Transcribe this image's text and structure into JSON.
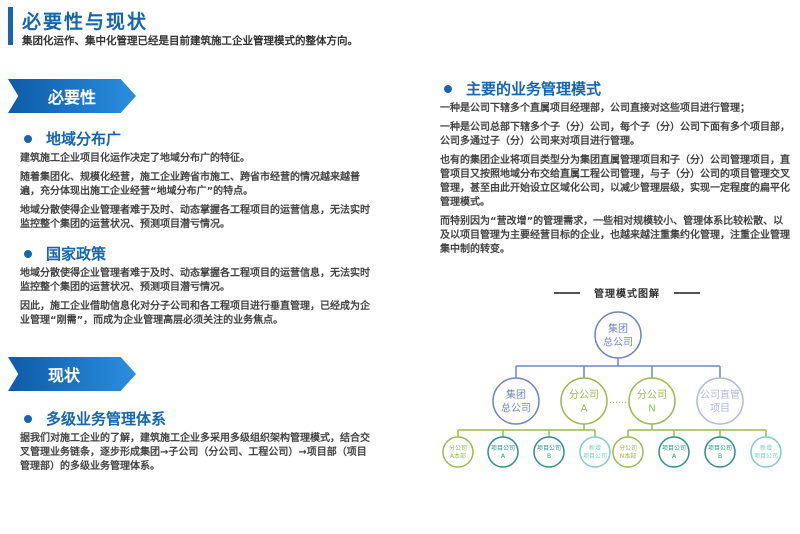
{
  "header": {
    "title": "必要性与现状",
    "subtitle": "集团化运作、集中化管理已经是目前建筑施工企业管理模式的整体方向。"
  },
  "banners": {
    "necessity": "必要性",
    "status": "现状"
  },
  "left": {
    "s1": {
      "heading": "地域分布广",
      "p": [
        "建筑施工企业项目化运作决定了地域分布广的特征。",
        "随着集团化、规模化经营，施工企业跨省市施工、跨省市经营的情况越来越普遍，充分体现出施工企业经营“地域分布广”的特点。",
        "地域分散使得企业管理者难于及时、动态掌握各工程项目的运营信息，无法实时监控整个集团的运营状况、预测项目潜亏情况。"
      ]
    },
    "s2": {
      "heading": "国家政策",
      "p": [
        "地域分散使得企业管理者难于及时、动态掌握各工程项目的运营信息，无法实时监控整个集团的运营状况、预测项目潜亏情况。",
        "因此，施工企业借助信息化对分子公司和各工程项目进行垂直管理，已经成为企业管理“刚需”，而成为企业管理高层必须关注的业务焦点。"
      ]
    },
    "s3": {
      "heading": "多级业务管理体系",
      "p": [
        "据我们对施工企业的了解，建筑施工企业多采用多级组织架构管理模式，结合交叉管理业务链条，逐步形成集团→子公司（分公司、工程公司）→项目部（项目管理部）的多级业务管理体系。"
      ]
    }
  },
  "right": {
    "heading": "主要的业务管理模式",
    "p": [
      "一种是公司下辖多个直属项目经理部，公司直接对这些项目进行管理；",
      "一种是公司总部下辖多个子（分）公司，每个子（分）公司下面有多个项目部，公司多通过子（分）公司来对项目进行管理。",
      "也有的集团企业将项目类型分为集团直属管理项目和子（分）公司管理项目，直管项目又按照地域分布交给直属工程公司管理，与子（分）公司的项目管理交叉管理，甚至由此开始设立区域化公司，以减少管理层级，实现一定程度的扁平化管理模式。",
      "而特别因为“营改增”的管理需求，一些相对规模较小、管理体系比较松散、以及以项目管理为主要经营目标的企业，也越来越注重集约化管理，注重企业管理集中制的转变。"
    ]
  },
  "diagram": {
    "title": "管理模式图解",
    "root": [
      "集团",
      "总公司"
    ],
    "level2": [
      [
        "集团",
        "总公司"
      ],
      [
        "分公司",
        "A"
      ],
      [
        "分公司",
        "N"
      ],
      [
        "公司直管",
        "项目"
      ]
    ],
    "ellipsis": "……",
    "level3": [
      [
        "分公司",
        "A本部"
      ],
      [
        "项目公司",
        "A"
      ],
      [
        "项目公司",
        "B"
      ],
      [
        "新增",
        "项目公司"
      ],
      [
        "分公司",
        "N本部"
      ],
      [
        "项目公司",
        "A"
      ],
      [
        "项目公司",
        "B"
      ],
      [
        "新增",
        "项目公司"
      ]
    ],
    "colors": {
      "blue": "#6f86c0",
      "green": "#9bbb4f",
      "teal": "#2a9386",
      "lightTeal": "#7fcfc6",
      "lavender": "#b6b9e0"
    }
  }
}
